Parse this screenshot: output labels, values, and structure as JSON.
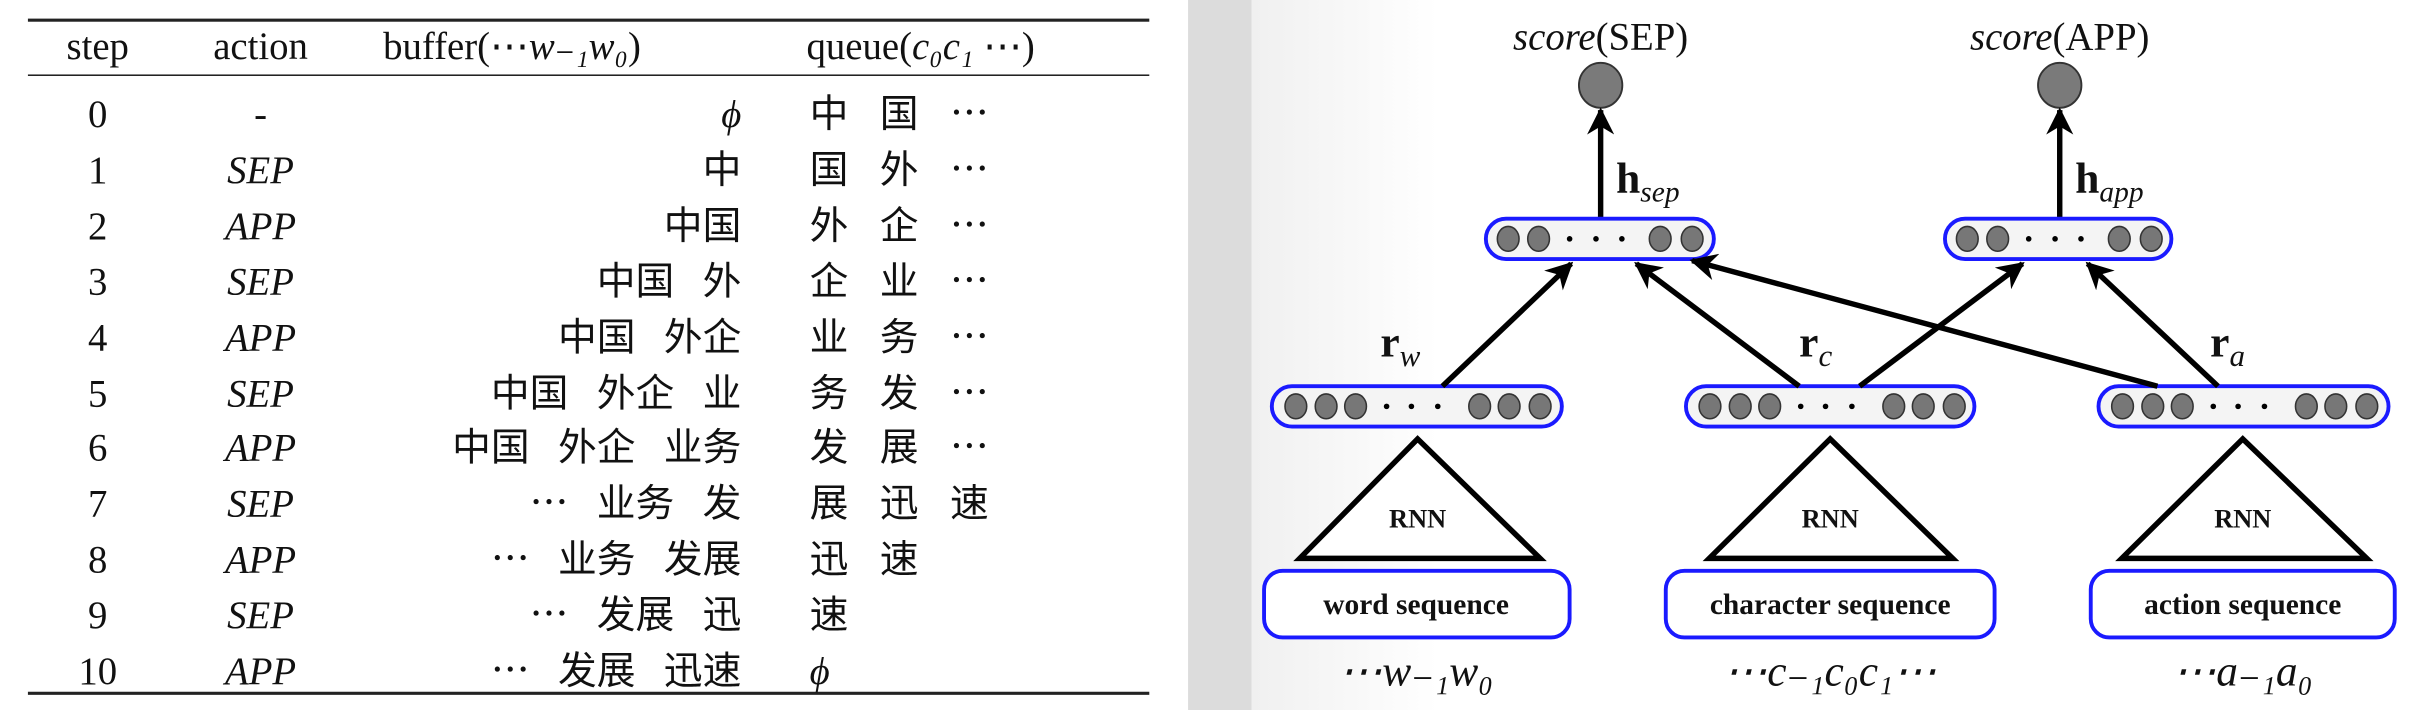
{
  "table": {
    "headers": {
      "step": "step",
      "action": "action",
      "buffer_prefix": "buffer(⋯",
      "buffer_math": "w₋₁w₀",
      "buffer_suffix": ")",
      "queue_prefix": "queue(",
      "queue_math": "c₀c₁",
      "queue_suffix": " ⋯)"
    },
    "rows": [
      {
        "step": "0",
        "action": "-",
        "buffer": "ϕ",
        "queue": "中 国 ⋯"
      },
      {
        "step": "1",
        "action": "SEP",
        "buffer": "中",
        "queue": "国 外 ⋯"
      },
      {
        "step": "2",
        "action": "APP",
        "buffer": "中国",
        "queue": "外 企 ⋯"
      },
      {
        "step": "3",
        "action": "SEP",
        "buffer": "中国 外",
        "queue": "企 业 ⋯"
      },
      {
        "step": "4",
        "action": "APP",
        "buffer": "中国 外企",
        "queue": "业 务 ⋯"
      },
      {
        "step": "5",
        "action": "SEP",
        "buffer": "中国 外企 业",
        "queue": "务 发 ⋯"
      },
      {
        "step": "6",
        "action": "APP",
        "buffer": "中国 外企 业务",
        "queue": "发 展 ⋯"
      },
      {
        "step": "7",
        "action": "SEP",
        "buffer": "⋯ 业务 发",
        "queue": "展 迅 速"
      },
      {
        "step": "8",
        "action": "APP",
        "buffer": "⋯ 业务 发展",
        "queue": "迅 速"
      },
      {
        "step": "9",
        "action": "SEP",
        "buffer": "⋯ 发展 迅",
        "queue": "速"
      },
      {
        "step": "10",
        "action": "APP",
        "buffer": "⋯ 发展 迅速",
        "queue": "ϕ"
      }
    ]
  },
  "diagram": {
    "score_sep": {
      "fn": "score",
      "arg": "(SEP)"
    },
    "score_app": {
      "fn": "score",
      "arg": "(APP)"
    },
    "h_sep": {
      "base": "h",
      "sub": "sep"
    },
    "h_app": {
      "base": "h",
      "sub": "app"
    },
    "r_w": {
      "base": "r",
      "sub": "w"
    },
    "r_c": {
      "base": "r",
      "sub": "c"
    },
    "r_a": {
      "base": "r",
      "sub": "a"
    },
    "rnn_label": "RNN",
    "inputs": [
      "word sequence",
      "character sequence",
      "action sequence"
    ],
    "sequences": [
      "⋯w₋₁w₀",
      "⋯c₋₁c₀c₁⋯",
      "⋯a₋₁a₀"
    ],
    "colors": {
      "box_border": "#1a1aff",
      "neuron_fill": "#777777"
    }
  }
}
